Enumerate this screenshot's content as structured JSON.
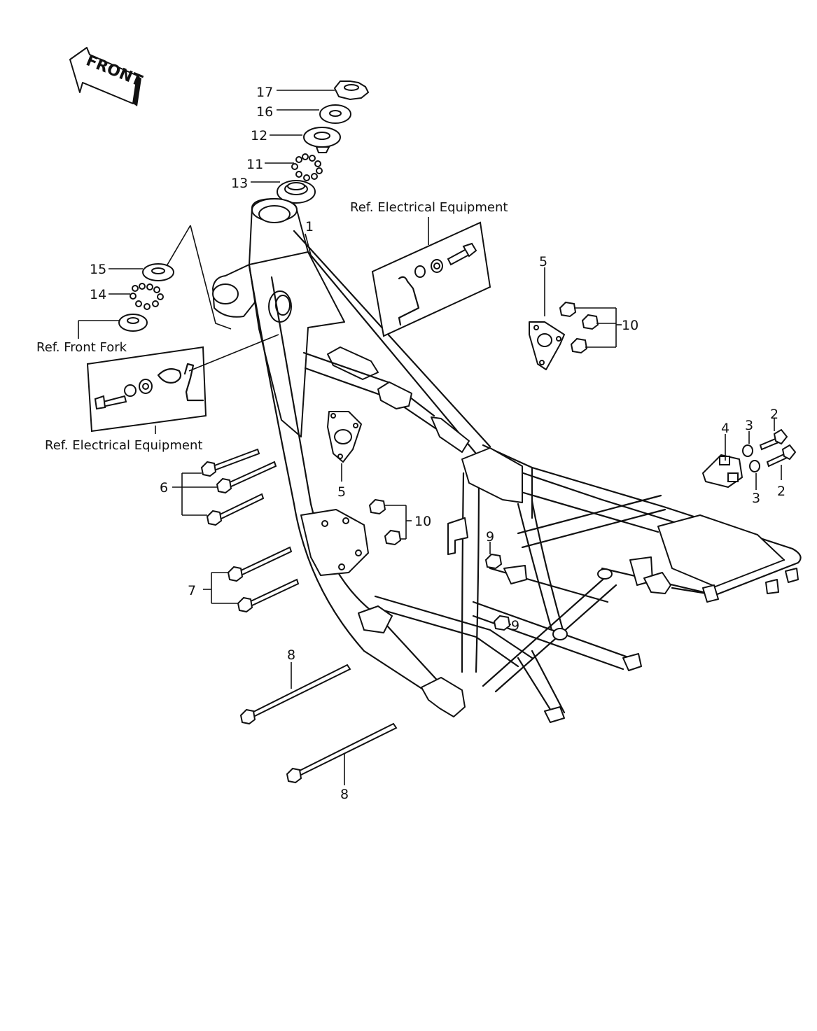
{
  "front_badge": "FRONT",
  "callouts": {
    "p1": "1",
    "p2a": "2",
    "p2b": "2",
    "p3a": "3",
    "p3b": "3",
    "p4": "4",
    "p5a": "5",
    "p5b": "5",
    "p6": "6",
    "p7": "7",
    "p8a": "8",
    "p8b": "8",
    "p9a": "9",
    "p9b": "9",
    "p10a": "10",
    "p10b": "10",
    "p11": "11",
    "p12": "12",
    "p13": "13",
    "p14": "14",
    "p15": "15",
    "p16": "16",
    "p17": "17"
  },
  "references": {
    "elec_top": "Ref.  Electrical Equipment",
    "front_fork": "Ref.  Front Fork",
    "elec_left": "Ref.  Electrical  Equipment"
  },
  "colors": {
    "ink": "#111111",
    "paper": "#ffffff"
  }
}
